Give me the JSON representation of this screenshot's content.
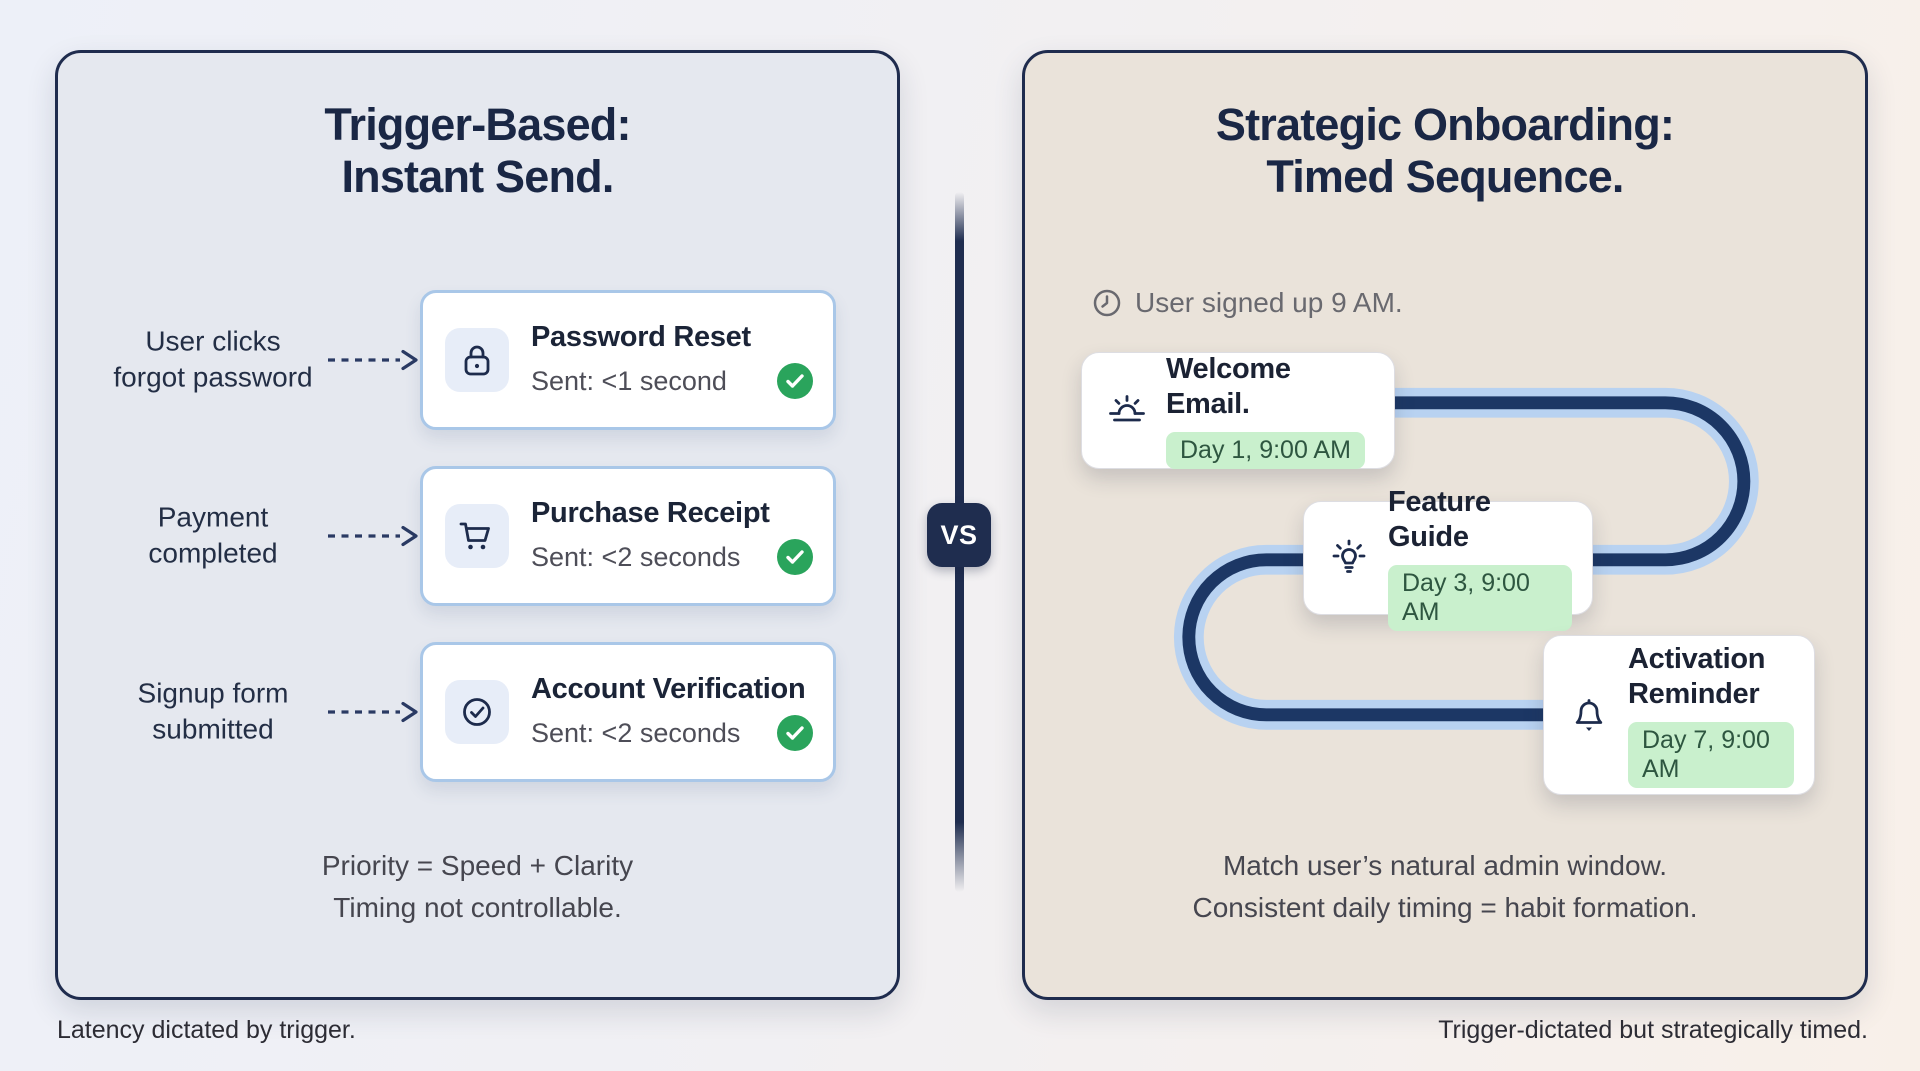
{
  "page": {
    "footer_left": "Latency dictated by trigger.",
    "footer_right": "Trigger-dictated but strategically timed."
  },
  "vs_badge": "VS",
  "left_panel": {
    "title": "Trigger-Based:\nInstant Send.",
    "rows": [
      {
        "trigger": "User clicks\nforgot password",
        "icon": "lock-icon",
        "title": "Password Reset",
        "sent": "Sent: <1 second",
        "status_icon": "green-check-icon"
      },
      {
        "trigger": "Payment\ncompleted",
        "icon": "shopping-cart-icon",
        "title": "Purchase Receipt",
        "sent": "Sent: <2 seconds",
        "status_icon": "green-check-icon"
      },
      {
        "trigger": "Signup form\nsubmitted",
        "icon": "verified-check-icon",
        "title": "Account Verification",
        "sent": "Sent: <2 seconds",
        "status_icon": "green-check-icon"
      }
    ],
    "footnote": "Priority = Speed + Clarity\nTiming not controllable."
  },
  "right_panel": {
    "title": "Strategic Onboarding:\nTimed Sequence.",
    "signup_note": {
      "icon": "clock-icon",
      "text": "User signed up 9 AM."
    },
    "steps": [
      {
        "icon": "sunrise-icon",
        "title": "Welcome Email.",
        "badge": "Day 1, 9:00 AM"
      },
      {
        "icon": "lightbulb-icon",
        "title": "Feature Guide",
        "badge": "Day 3, 9:00 AM"
      },
      {
        "icon": "bell-icon",
        "title": "Activation\nReminder",
        "badge": "Day 7, 9:00 AM"
      }
    ],
    "footnote": "Match user’s natural admin window.\nConsistent daily timing = habit formation."
  },
  "colors": {
    "navy": "#1f2c4e",
    "card_border_blue": "#a9c7e8",
    "green_check": "#2aa45c",
    "pill_green": "#c9f0cd",
    "path_light_blue": "#b8d2f1",
    "path_dark_navy": "#1c3765",
    "left_panel_bg": "#e5e8ef",
    "right_panel_bg": "#eae3da"
  }
}
